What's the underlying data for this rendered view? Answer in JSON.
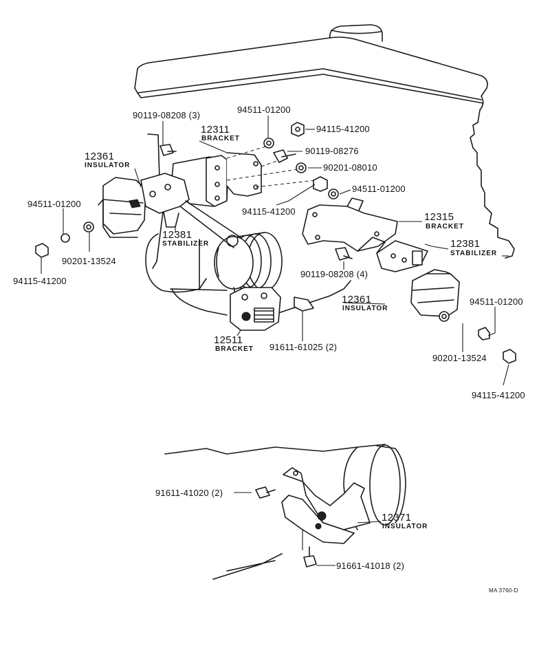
{
  "diagram": {
    "labels": {
      "l_90119_08208_3": "90119-08208 (3)",
      "l_94511_top": "94511-01200",
      "l_94115_top": "94115-41200",
      "n_12311": "12311",
      "c_bracket_12311": "BRACKET",
      "l_90119_08276": "90119-08276",
      "l_90201_08010": "90201-08010",
      "n_12361_left": "12361",
      "c_insulator_left": "INSULATOR",
      "l_94115_mid": "94115-41200",
      "l_94511_right": "94511-01200",
      "l_94511_left": "94511-01200",
      "n_12315": "12315",
      "c_bracket_12315": "BRACKET",
      "n_12381_left": "12381",
      "c_stabilizer_left": "STABILIZER",
      "n_12381_right": "12381",
      "c_stabilizer_right": "STABILIZER",
      "l_90201_13524_left": "90201-13524",
      "l_94115_left": "94115-41200",
      "l_90119_08208_4": "90119-08208 (4)",
      "n_12361_right": "12361",
      "c_insulator_right": "INSULATOR",
      "l_94511_far": "94511-01200",
      "n_12511": "12511",
      "c_bracket_12511": "BRACKET",
      "l_91611_61025": "91611-61025 (2)",
      "l_90201_13524_right": "90201-13524",
      "l_94115_far": "94115-41200",
      "l_91611_41020": "91611-41020 (2)",
      "n_12371": "12371",
      "c_insulator_bottom": "INSULATOR",
      "l_91661_41018": "91661-41018 (2)",
      "ref_code": "MA  3760-D"
    }
  }
}
